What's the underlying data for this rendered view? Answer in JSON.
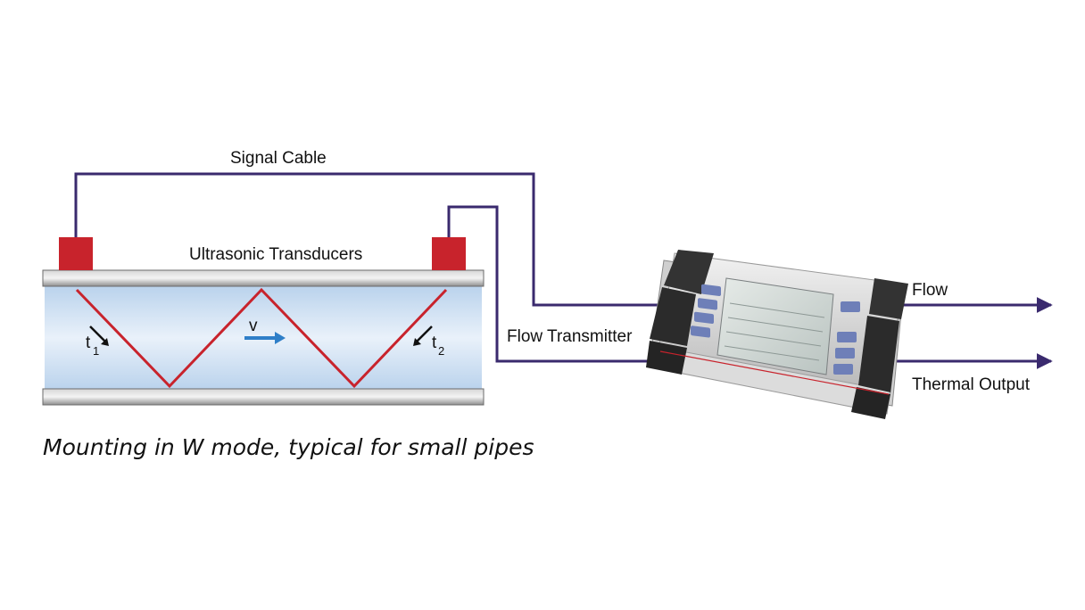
{
  "labels": {
    "signal_cable": "Signal Cable",
    "ultrasonic_transducers": "Ultrasonic Transducers",
    "flow_transmitter": "Flow Transmitter",
    "flow": "Flow",
    "thermal_output": "Thermal Output",
    "velocity": "v",
    "t1_base": "t",
    "t1_sub": "1",
    "t2_base": "t",
    "t2_sub": "2"
  },
  "caption": "Mounting in W mode, typical for small pipes",
  "colors": {
    "cable": "#3a2a6e",
    "transducer": "#c8232c",
    "beam": "#c8232c",
    "pipe_fluid": "#cfe0f2",
    "velocity_arrow": "#2f7fc8",
    "pipe_wall": "#a8a8a8"
  }
}
